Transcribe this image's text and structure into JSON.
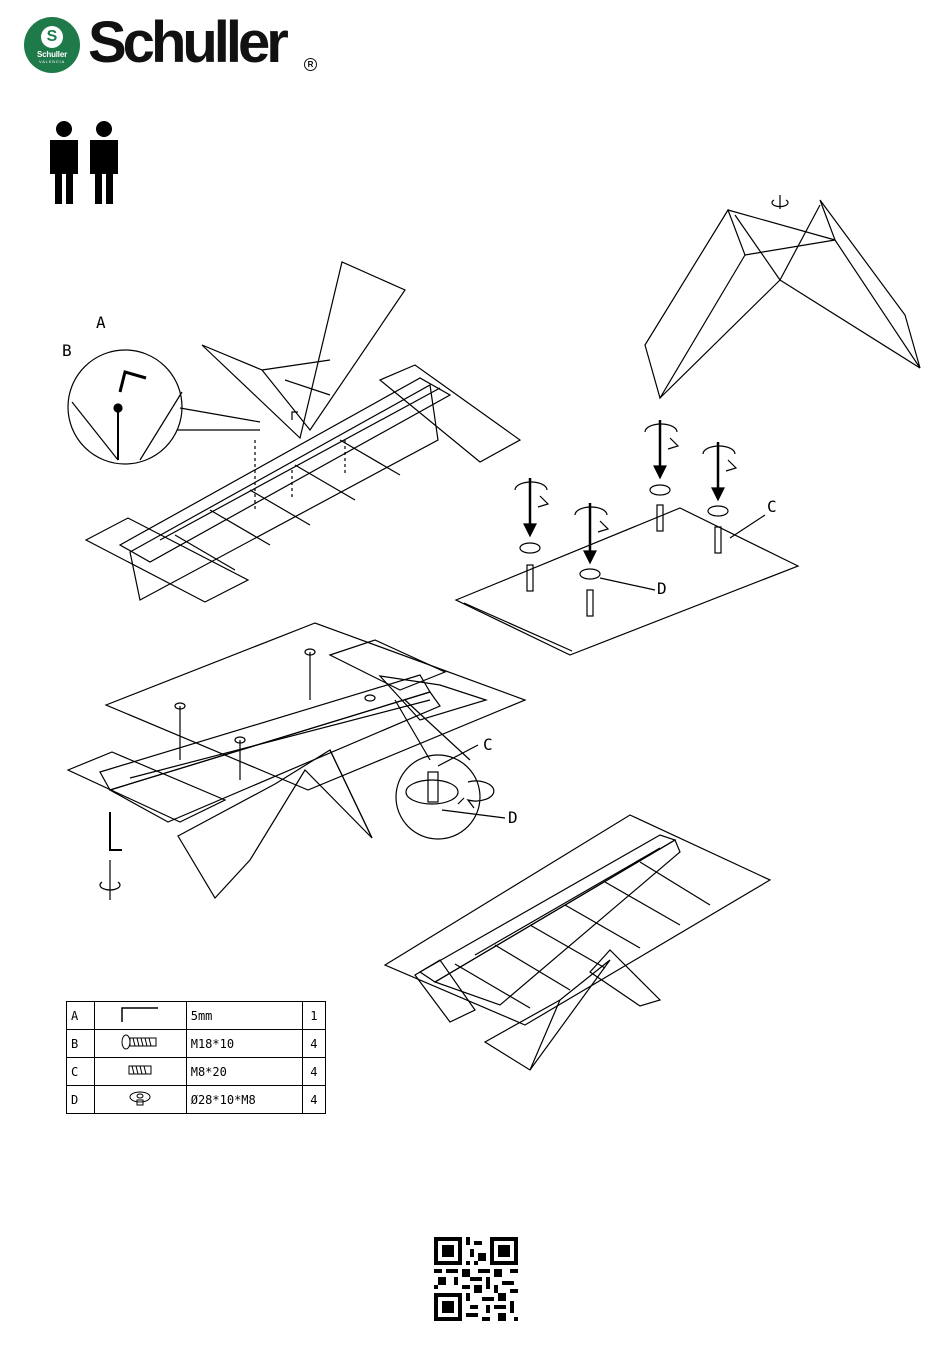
{
  "brand": {
    "name": "Schuller",
    "badge_text": "Schuller",
    "badge_city": "VALENCIA",
    "registered": "R"
  },
  "callouts": {
    "A": "A",
    "B": "B",
    "C": "C",
    "D": "D"
  },
  "parts": [
    {
      "code": "A",
      "icon": "allen-key-icon",
      "spec": "5mm",
      "qty": "1"
    },
    {
      "code": "B",
      "icon": "bolt-icon",
      "spec": "M18*10",
      "qty": "4"
    },
    {
      "code": "C",
      "icon": "screw-icon",
      "spec": "M8*20",
      "qty": "4"
    },
    {
      "code": "D",
      "icon": "glass-pad-icon",
      "spec": "Ø28*10*M8",
      "qty": "4"
    }
  ],
  "people_required": 2,
  "colors": {
    "brand_green": "#1f7a4a",
    "line": "#000000"
  }
}
